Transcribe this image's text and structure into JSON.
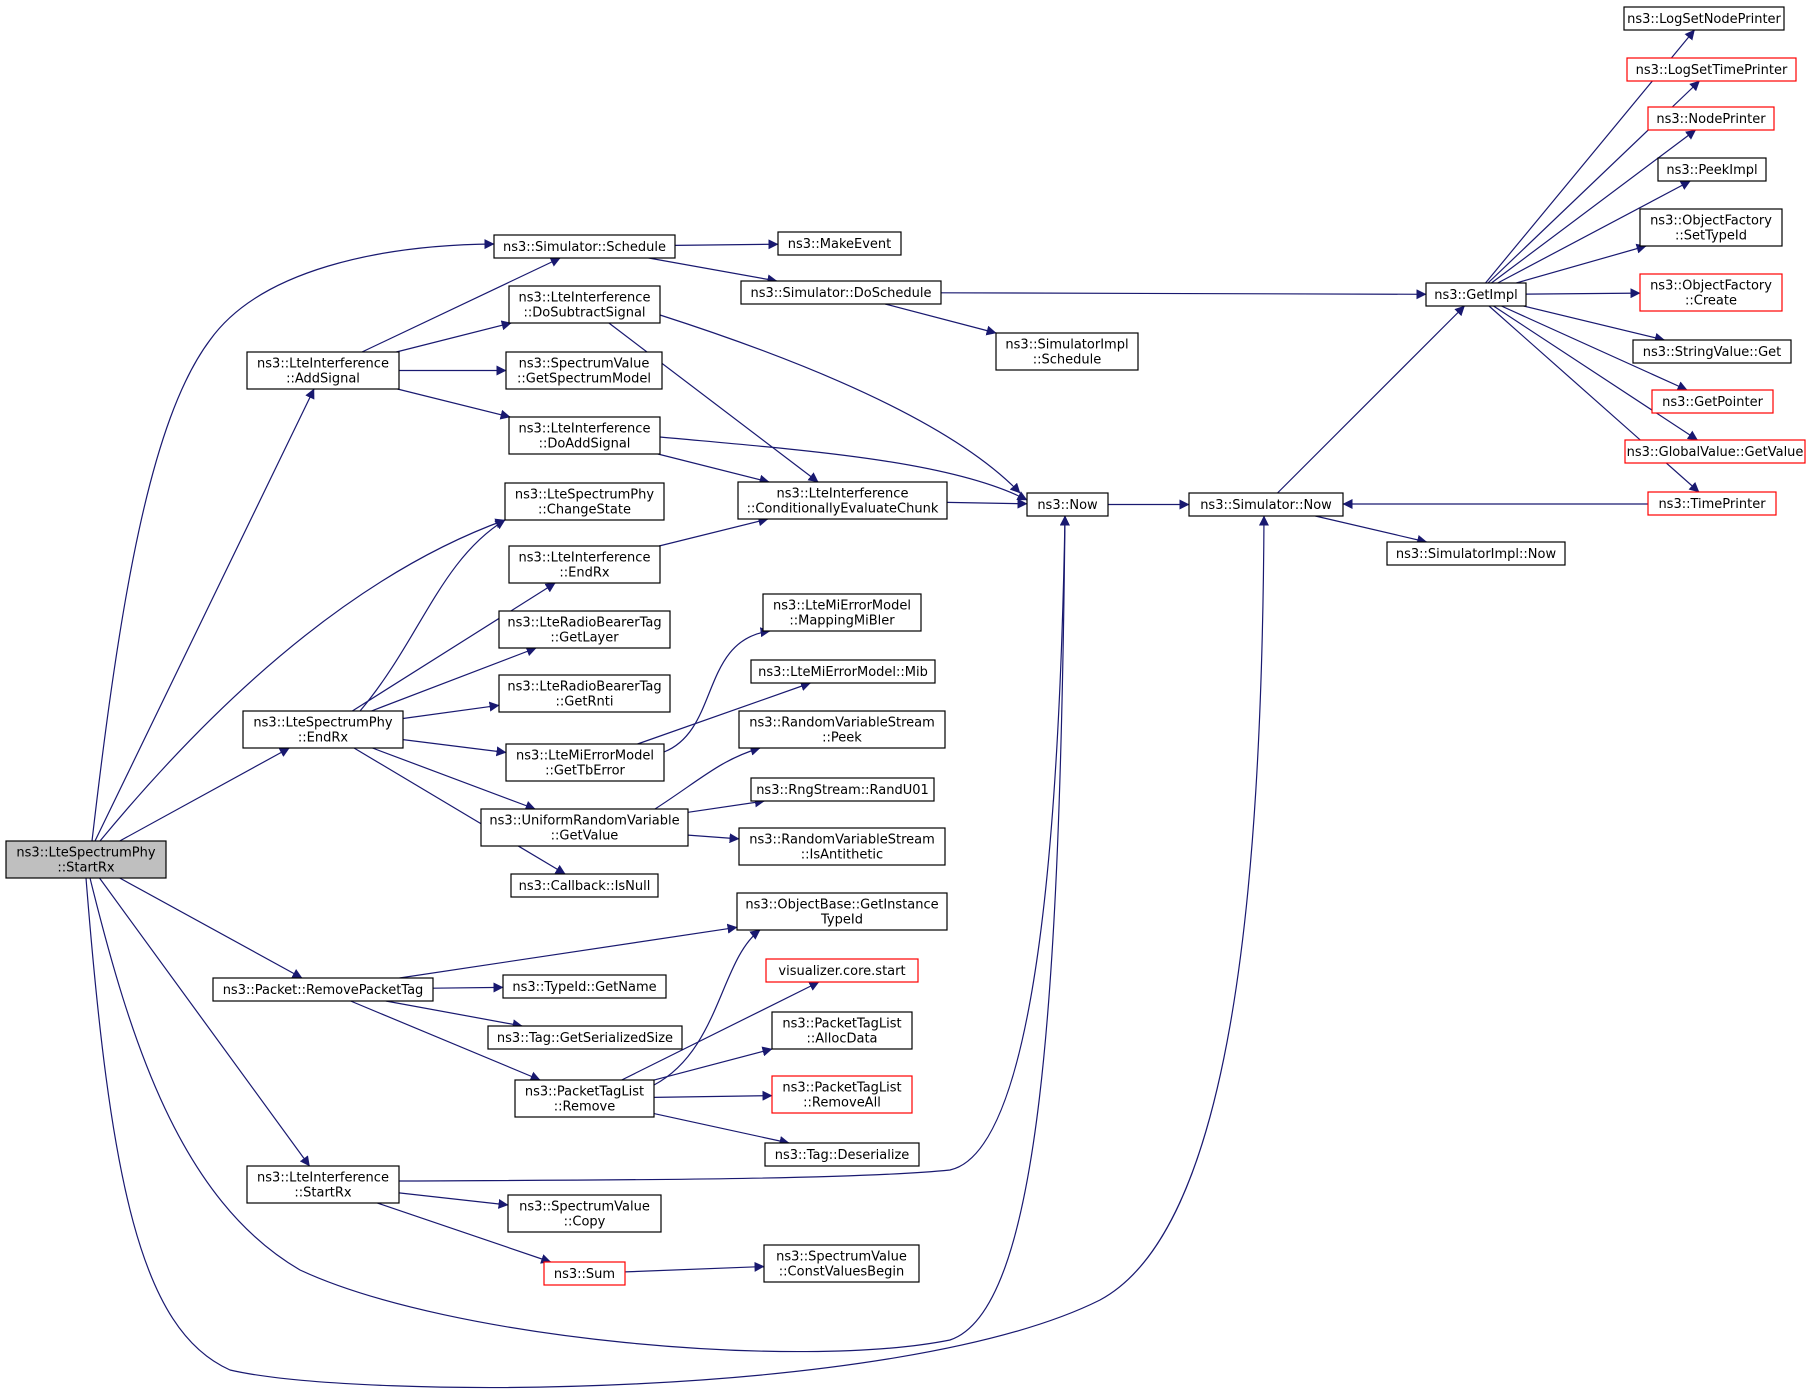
{
  "diagram": {
    "type": "call-graph",
    "colors": {
      "edge": "#191970",
      "root_fill": "#bfbfbf",
      "node_fill": "#ffffff",
      "node_border": "#000000",
      "truncated_border": "#ff0000"
    },
    "nodes": [
      {
        "id": "startrx",
        "lines": [
          "ns3::LteSpectrumPhy",
          "::StartRx"
        ],
        "style": "root"
      },
      {
        "id": "addsignal",
        "lines": [
          "ns3::LteInterference",
          "::AddSignal"
        ],
        "style": "normal"
      },
      {
        "id": "endrx",
        "lines": [
          "ns3::LteSpectrumPhy",
          "::EndRx"
        ],
        "style": "normal"
      },
      {
        "id": "removepackettag",
        "lines": [
          "ns3::Packet::RemovePacketTag"
        ],
        "style": "normal"
      },
      {
        "id": "li_startrx",
        "lines": [
          "ns3::LteInterference",
          "::StartRx"
        ],
        "style": "normal"
      },
      {
        "id": "schedule",
        "lines": [
          "ns3::Simulator::Schedule"
        ],
        "style": "normal"
      },
      {
        "id": "dosubtract",
        "lines": [
          "ns3::LteInterference",
          "::DoSubtractSignal"
        ],
        "style": "normal"
      },
      {
        "id": "getspectrummodel",
        "lines": [
          "ns3::SpectrumValue",
          "::GetSpectrumModel"
        ],
        "style": "normal"
      },
      {
        "id": "doaddsignal",
        "lines": [
          "ns3::LteInterference",
          "::DoAddSignal"
        ],
        "style": "normal"
      },
      {
        "id": "changestate",
        "lines": [
          "ns3::LteSpectrumPhy",
          "::ChangeState"
        ],
        "style": "normal"
      },
      {
        "id": "li_endrx",
        "lines": [
          "ns3::LteInterference",
          "::EndRx"
        ],
        "style": "normal"
      },
      {
        "id": "getlayer",
        "lines": [
          "ns3::LteRadioBearerTag",
          "::GetLayer"
        ],
        "style": "normal"
      },
      {
        "id": "getrnti",
        "lines": [
          "ns3::LteRadioBearerTag",
          "::GetRnti"
        ],
        "style": "normal"
      },
      {
        "id": "gettberror",
        "lines": [
          "ns3::LteMiErrorModel",
          "::GetTbError"
        ],
        "style": "normal"
      },
      {
        "id": "urv_getvalue",
        "lines": [
          "ns3::UniformRandomVariable",
          "::GetValue"
        ],
        "style": "normal"
      },
      {
        "id": "isnull",
        "lines": [
          "ns3::Callback::IsNull"
        ],
        "style": "normal"
      },
      {
        "id": "typeid_getname",
        "lines": [
          "ns3::TypeId::GetName"
        ],
        "style": "normal"
      },
      {
        "id": "getserializedsize",
        "lines": [
          "ns3::Tag::GetSerializedSize"
        ],
        "style": "normal"
      },
      {
        "id": "ptl_remove",
        "lines": [
          "ns3::PacketTagList",
          "::Remove"
        ],
        "style": "normal"
      },
      {
        "id": "sv_copy",
        "lines": [
          "ns3::SpectrumValue",
          "::Copy"
        ],
        "style": "normal"
      },
      {
        "id": "sum",
        "lines": [
          "ns3::Sum"
        ],
        "style": "truncated"
      },
      {
        "id": "makeevent",
        "lines": [
          "ns3::MakeEvent"
        ],
        "style": "normal"
      },
      {
        "id": "doschedule",
        "lines": [
          "ns3::Simulator::DoSchedule"
        ],
        "style": "normal"
      },
      {
        "id": "simimpl_schedule",
        "lines": [
          "ns3::SimulatorImpl",
          "::Schedule"
        ],
        "style": "normal"
      },
      {
        "id": "condeval",
        "lines": [
          "ns3::LteInterference",
          "::ConditionallyEvaluateChunk"
        ],
        "style": "normal"
      },
      {
        "id": "now",
        "lines": [
          "ns3::Now"
        ],
        "style": "normal"
      },
      {
        "id": "mappingmibler",
        "lines": [
          "ns3::LteMiErrorModel",
          "::MappingMiBler"
        ],
        "style": "normal"
      },
      {
        "id": "mib",
        "lines": [
          "ns3::LteMiErrorModel::Mib"
        ],
        "style": "normal"
      },
      {
        "id": "rvs_peek",
        "lines": [
          "ns3::RandomVariableStream",
          "::Peek"
        ],
        "style": "normal"
      },
      {
        "id": "randu01",
        "lines": [
          "ns3::RngStream::RandU01"
        ],
        "style": "normal"
      },
      {
        "id": "isantithetic",
        "lines": [
          "ns3::RandomVariableStream",
          "::IsAntithetic"
        ],
        "style": "normal"
      },
      {
        "id": "getinstancetypeid",
        "lines": [
          "ns3::ObjectBase::GetInstance",
          "TypeId"
        ],
        "style": "normal"
      },
      {
        "id": "viz_start",
        "lines": [
          "visualizer.core.start"
        ],
        "style": "truncated"
      },
      {
        "id": "allocdata",
        "lines": [
          "ns3::PacketTagList",
          "::AllocData"
        ],
        "style": "normal"
      },
      {
        "id": "removeall",
        "lines": [
          "ns3::PacketTagList",
          "::RemoveAll"
        ],
        "style": "truncated"
      },
      {
        "id": "tag_deserialize",
        "lines": [
          "ns3::Tag::Deserialize"
        ],
        "style": "normal"
      },
      {
        "id": "constvaluesbegin",
        "lines": [
          "ns3::SpectrumValue",
          "::ConstValuesBegin"
        ],
        "style": "normal"
      },
      {
        "id": "simulator_now",
        "lines": [
          "ns3::Simulator::Now"
        ],
        "style": "normal"
      },
      {
        "id": "getimpl",
        "lines": [
          "ns3::GetImpl"
        ],
        "style": "normal"
      },
      {
        "id": "simimpl_now",
        "lines": [
          "ns3::SimulatorImpl::Now"
        ],
        "style": "normal"
      },
      {
        "id": "logsetnodeprinter",
        "lines": [
          "ns3::LogSetNodePrinter"
        ],
        "style": "normal"
      },
      {
        "id": "logsettimeprinter",
        "lines": [
          "ns3::LogSetTimePrinter"
        ],
        "style": "truncated"
      },
      {
        "id": "nodeprinter",
        "lines": [
          "ns3::NodePrinter"
        ],
        "style": "truncated"
      },
      {
        "id": "peekimpl",
        "lines": [
          "ns3::PeekImpl"
        ],
        "style": "normal"
      },
      {
        "id": "of_settypeid",
        "lines": [
          "ns3::ObjectFactory",
          "::SetTypeId"
        ],
        "style": "normal"
      },
      {
        "id": "of_create",
        "lines": [
          "ns3::ObjectFactory",
          "::Create"
        ],
        "style": "truncated"
      },
      {
        "id": "stringvalue_get",
        "lines": [
          "ns3::StringValue::Get"
        ],
        "style": "normal"
      },
      {
        "id": "getpointer",
        "lines": [
          "ns3::GetPointer"
        ],
        "style": "truncated"
      },
      {
        "id": "globalvalue_getvalue",
        "lines": [
          "ns3::GlobalValue::GetValue"
        ],
        "style": "truncated"
      },
      {
        "id": "timeprinter",
        "lines": [
          "ns3::TimePrinter"
        ],
        "style": "truncated"
      }
    ],
    "edges": [
      [
        "startrx",
        "schedule"
      ],
      [
        "startrx",
        "addsignal"
      ],
      [
        "startrx",
        "changestate"
      ],
      [
        "startrx",
        "endrx"
      ],
      [
        "startrx",
        "removepackettag"
      ],
      [
        "startrx",
        "li_startrx"
      ],
      [
        "startrx",
        "now"
      ],
      [
        "startrx",
        "simulator_now"
      ],
      [
        "addsignal",
        "schedule"
      ],
      [
        "addsignal",
        "dosubtract"
      ],
      [
        "addsignal",
        "getspectrummodel"
      ],
      [
        "addsignal",
        "doaddsignal"
      ],
      [
        "schedule",
        "makeevent"
      ],
      [
        "schedule",
        "doschedule"
      ],
      [
        "doschedule",
        "getimpl"
      ],
      [
        "doschedule",
        "simimpl_schedule"
      ],
      [
        "dosubtract",
        "condeval"
      ],
      [
        "dosubtract",
        "now"
      ],
      [
        "doaddsignal",
        "condeval"
      ],
      [
        "doaddsignal",
        "now"
      ],
      [
        "condeval",
        "now"
      ],
      [
        "now",
        "simulator_now"
      ],
      [
        "simulator_now",
        "getimpl"
      ],
      [
        "simulator_now",
        "simimpl_now"
      ],
      [
        "getimpl",
        "logsetnodeprinter"
      ],
      [
        "getimpl",
        "logsettimeprinter"
      ],
      [
        "getimpl",
        "nodeprinter"
      ],
      [
        "getimpl",
        "peekimpl"
      ],
      [
        "getimpl",
        "of_settypeid"
      ],
      [
        "getimpl",
        "of_create"
      ],
      [
        "getimpl",
        "stringvalue_get"
      ],
      [
        "getimpl",
        "getpointer"
      ],
      [
        "getimpl",
        "globalvalue_getvalue"
      ],
      [
        "getimpl",
        "timeprinter"
      ],
      [
        "timeprinter",
        "simulator_now"
      ],
      [
        "endrx",
        "changestate"
      ],
      [
        "endrx",
        "li_endrx"
      ],
      [
        "endrx",
        "getlayer"
      ],
      [
        "endrx",
        "getrnti"
      ],
      [
        "endrx",
        "gettberror"
      ],
      [
        "endrx",
        "urv_getvalue"
      ],
      [
        "endrx",
        "isnull"
      ],
      [
        "li_endrx",
        "condeval"
      ],
      [
        "gettberror",
        "mappingmibler"
      ],
      [
        "gettberror",
        "mib"
      ],
      [
        "urv_getvalue",
        "rvs_peek"
      ],
      [
        "urv_getvalue",
        "randu01"
      ],
      [
        "urv_getvalue",
        "isantithetic"
      ],
      [
        "removepackettag",
        "getinstancetypeid"
      ],
      [
        "removepackettag",
        "typeid_getname"
      ],
      [
        "removepackettag",
        "getserializedsize"
      ],
      [
        "removepackettag",
        "ptl_remove"
      ],
      [
        "ptl_remove",
        "getinstancetypeid"
      ],
      [
        "ptl_remove",
        "viz_start"
      ],
      [
        "ptl_remove",
        "allocdata"
      ],
      [
        "ptl_remove",
        "removeall"
      ],
      [
        "ptl_remove",
        "tag_deserialize"
      ],
      [
        "li_startrx",
        "now"
      ],
      [
        "li_startrx",
        "sv_copy"
      ],
      [
        "li_startrx",
        "sum"
      ],
      [
        "sum",
        "constvaluesbegin"
      ]
    ]
  }
}
